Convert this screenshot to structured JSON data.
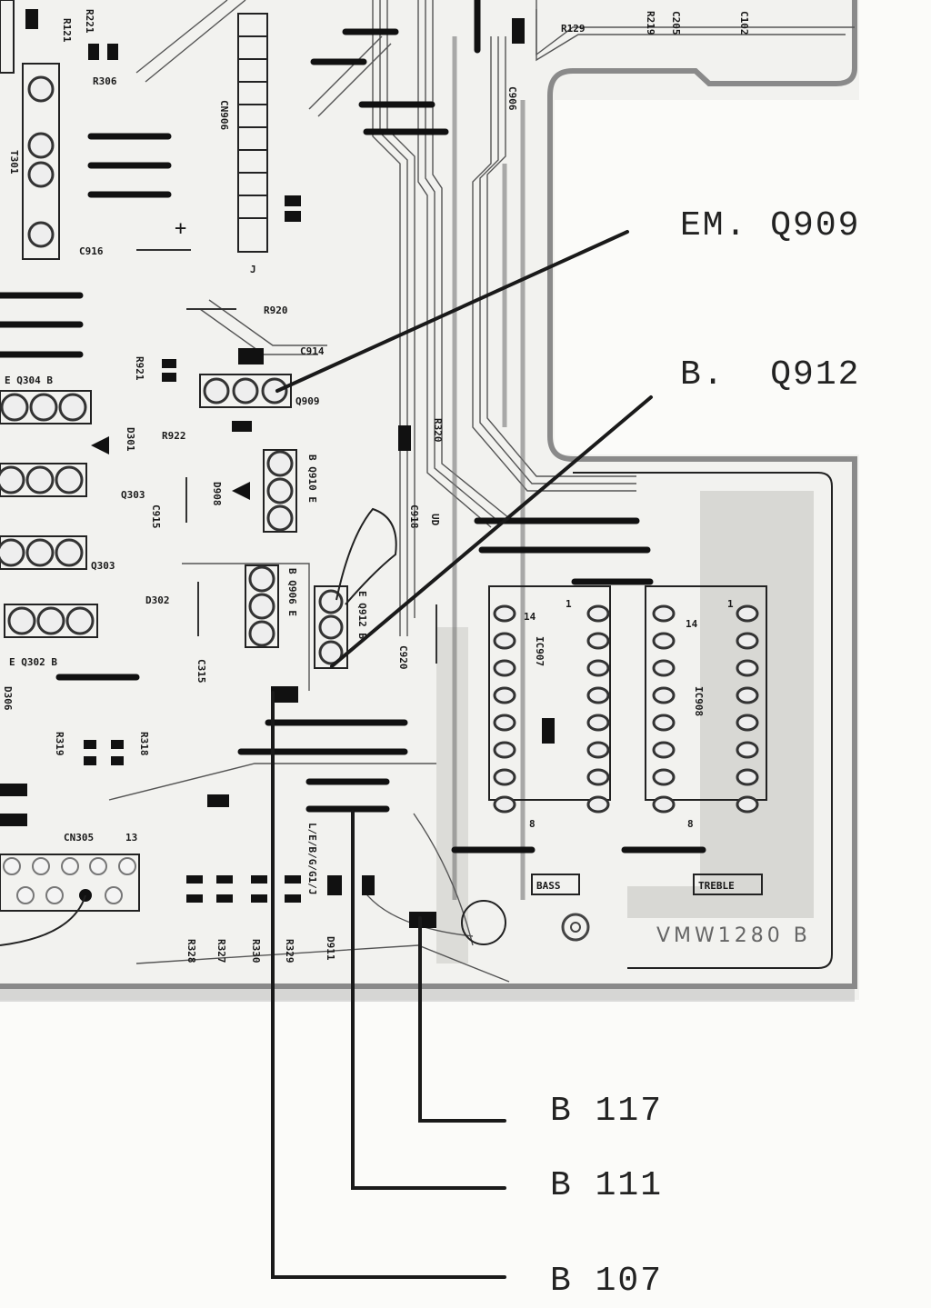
{
  "callouts": {
    "em_q909": "EM. Q909",
    "b_q912": "B.  Q912",
    "b117": "B 117",
    "b111": "B 111",
    "b107": "B 107"
  },
  "board_id": "VMW1280 B",
  "silkscreen": {
    "r121": "R121",
    "r221": "R221",
    "r306": "R306",
    "t301": "T301",
    "c916": "C916",
    "cn906": "CN906",
    "j": "J",
    "r920": "R920",
    "c914": "C914",
    "r921": "R921",
    "q909": "Q909",
    "q304": "E  Q304  B",
    "r922": "R922",
    "d301": "D301",
    "r320": "R320",
    "q910": "B Q910 E",
    "d908": "D908",
    "q303a": "Q303",
    "q303b": "Q303",
    "c915": "C915",
    "d302": "D302",
    "q906": "B Q906 E",
    "q912": "E Q912 B",
    "c918": "C918",
    "ud": "UD",
    "c920": "C920",
    "c315": "C315",
    "q302": "E  Q302  B",
    "d306": "D306",
    "r319": "R319",
    "r318": "R318",
    "cn305": "CN305",
    "cn305_pin": "13",
    "r328": "R328",
    "r327": "R327",
    "r330": "R330",
    "r329": "R329",
    "d911": "D911",
    "pins": "L/E/B/G/G1/J",
    "ic907": "IC907",
    "ic908": "IC908",
    "pin14a": "14",
    "pin14b": "14",
    "pin1a": "1",
    "pin1b": "1",
    "pin8a": "8",
    "pin8b": "8",
    "bass": "BASS",
    "treble": "TREBLE",
    "r129": "R129",
    "r219": "R219",
    "c205": "C205",
    "c102": "C102",
    "c906": "C906",
    "plus": "+"
  }
}
